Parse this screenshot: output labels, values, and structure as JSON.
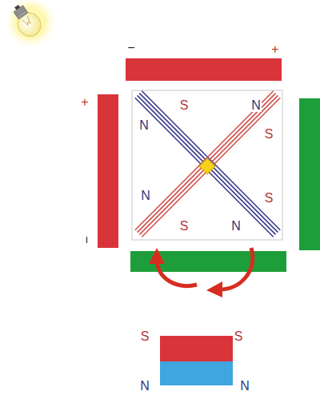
{
  "diagram": {
    "labels": [
      "−",
      "+",
      "+",
      "−",
      "S",
      "N",
      "N",
      "S",
      "N",
      "S",
      "S",
      "N",
      "S",
      "S",
      "N",
      "N"
    ]
  }
}
